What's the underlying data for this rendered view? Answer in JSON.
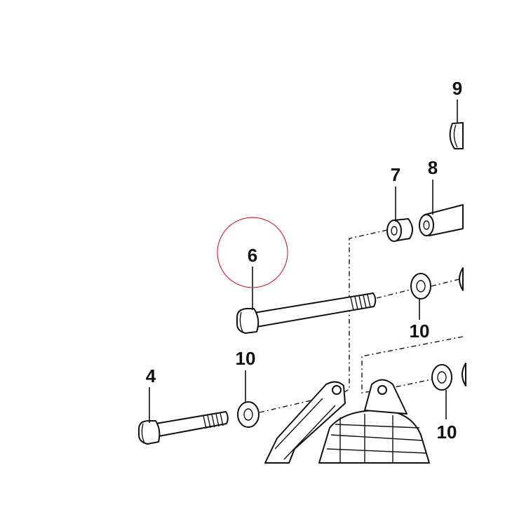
{
  "diagram": {
    "highlight_color": "#c8323c",
    "line_color": "#111111",
    "callouts": {
      "part_4": "4",
      "part_6": "6",
      "part_7": "7",
      "part_8": "8",
      "part_9": "9",
      "part_10_upper": "10",
      "part_10_left": "10",
      "part_10_lower": "10"
    }
  }
}
